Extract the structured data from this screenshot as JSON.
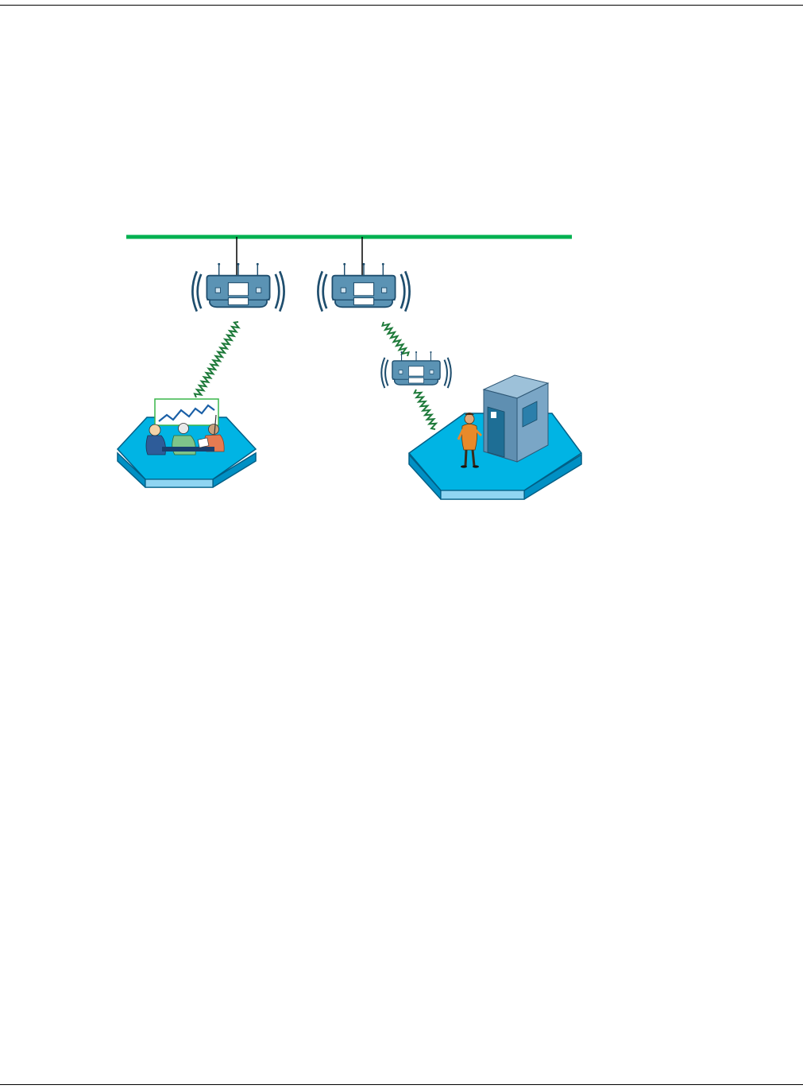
{
  "page": {
    "title": ""
  },
  "colors": {
    "backbone": "#00b050",
    "cable": "#000000",
    "ap_fill": "#5b93b4",
    "ap_stroke": "#1f4e6e",
    "wireless_link": "#1e7a3a",
    "platform_top": "#00b4e4",
    "platform_side": "#0090c4",
    "platform_label": "#8fd5f2",
    "building_front": "#5f8fb1",
    "building_side": "#7aa6c6",
    "building_top": "#9dc1d9",
    "chart_frame": "#39b54a",
    "chart_line": "#1a5fa6"
  },
  "diagram": {
    "backbone": {
      "label": ""
    },
    "nodes": [
      {
        "id": "ap-left",
        "kind": "access-point",
        "icon": "wireless-access-point-icon",
        "label": ""
      },
      {
        "id": "ap-center",
        "kind": "access-point",
        "icon": "wireless-access-point-icon",
        "label": ""
      },
      {
        "id": "ap-repeater",
        "kind": "access-point",
        "icon": "wireless-access-point-icon",
        "label": ""
      },
      {
        "id": "site-meeting",
        "kind": "platform",
        "icon": "meeting-people-icon",
        "label": ""
      },
      {
        "id": "site-building",
        "kind": "platform",
        "icon": "building-icon",
        "label": ""
      }
    ],
    "links": [
      {
        "from": "backbone",
        "to": "ap-left",
        "type": "wired"
      },
      {
        "from": "backbone",
        "to": "ap-center",
        "type": "wired"
      },
      {
        "from": "ap-left",
        "to": "site-meeting",
        "type": "wireless"
      },
      {
        "from": "ap-center",
        "to": "ap-repeater",
        "type": "wireless"
      },
      {
        "from": "ap-repeater",
        "to": "site-building",
        "type": "wireless"
      }
    ]
  }
}
